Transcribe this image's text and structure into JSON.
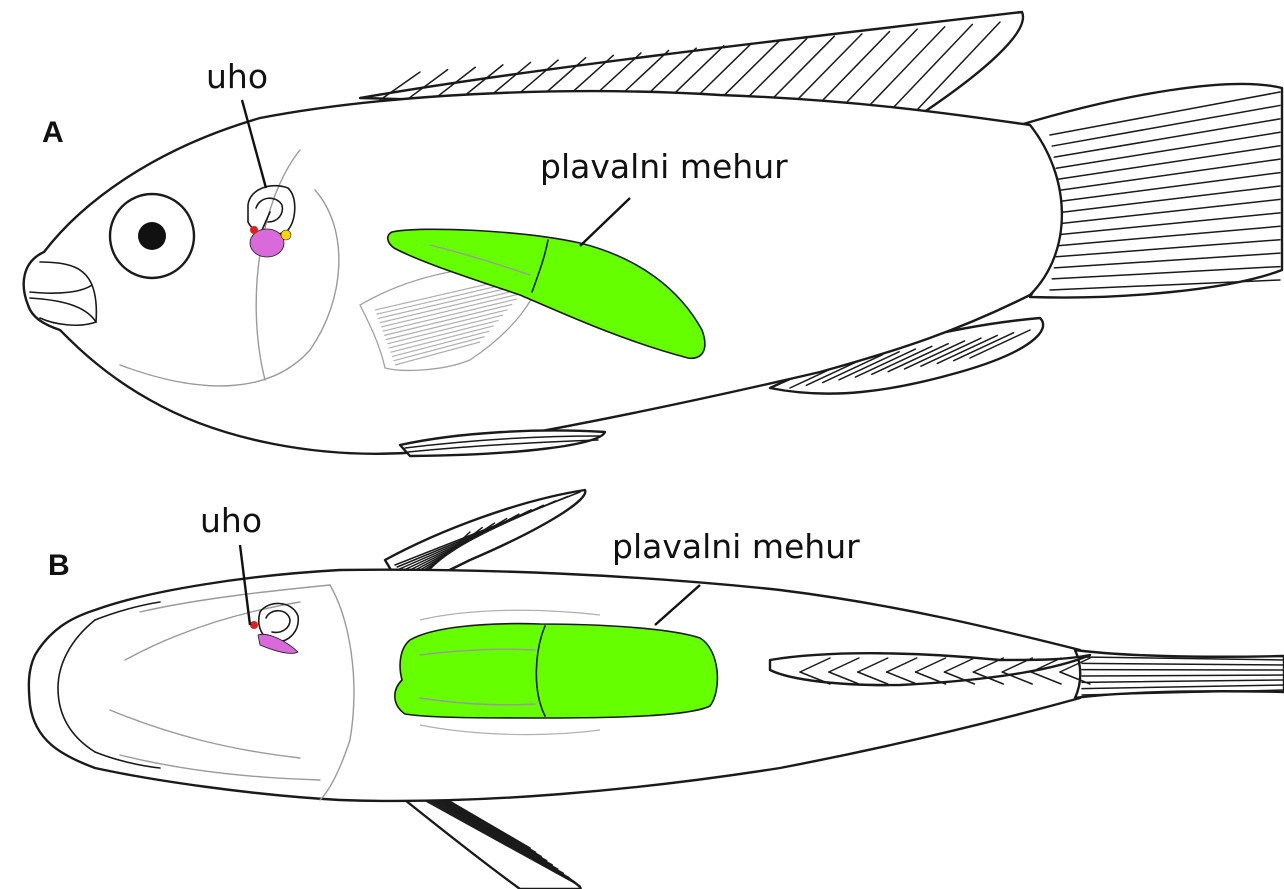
{
  "colors": {
    "swim_bladder": "#66ff00",
    "ear_otolith_large": "#d96ad9",
    "ear_otolith_red": "#e02020",
    "ear_otolith_yellow": "#ffd400",
    "outline": "#1a1a1a",
    "background": "#ffffff"
  },
  "panel_a": {
    "letter": "A",
    "ear_label": "uho",
    "bladder_label": "plavalni mehur"
  },
  "panel_b": {
    "letter": "B",
    "ear_label": "uho",
    "bladder_label": "plavalni mehur"
  }
}
